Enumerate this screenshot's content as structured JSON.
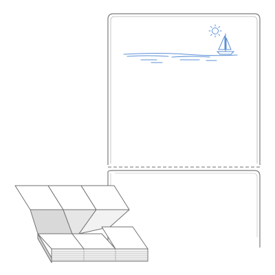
{
  "product": {
    "kind": "fanfold-label-stock",
    "label_shape": "rectangle",
    "label_corners": "rounded",
    "perforation": "dashed",
    "artwork": "sailboat-on-water-with-sun",
    "stack_illustration": "fanfolded-label-stack"
  },
  "colors": {
    "background": "#ffffff",
    "label_outline": "#7a7a7a",
    "perforation": "#8a8a8a",
    "artwork_stroke": "#5b8fd6",
    "stack_outline": "#6f6f6f",
    "stack_fill": "#d9d9d9",
    "stack_shadow": "#bdbdbd"
  }
}
